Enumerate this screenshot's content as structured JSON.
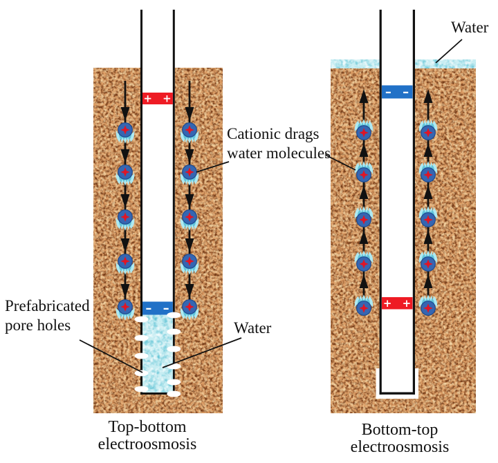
{
  "figure": {
    "type": "two-panel electroosmosis well diagram",
    "left_panel": {
      "caption_line1": "Top-bottom",
      "caption_line2": "electroosmosis",
      "top_electrode": {
        "type": "anode",
        "symbols": "+ +"
      },
      "bottom_electrode": {
        "type": "cathode",
        "symbols": "– –"
      },
      "flow_direction": "down",
      "molecules_per_column": 5
    },
    "right_panel": {
      "caption_line1": "Bottom-top",
      "caption_line2": "electroosmosis",
      "top_electrode": {
        "type": "cathode",
        "symbols": "– –"
      },
      "bottom_electrode": {
        "type": "anode",
        "symbols": "+ +"
      },
      "flow_direction": "up",
      "molecules_per_column": 5
    },
    "annotations": {
      "cationic_line1": "Cationic drags",
      "cationic_line2": "water molecules",
      "prefab_line1": "Prefabricated",
      "prefab_line2": "pore holes",
      "water_left": "Water",
      "water_right": "Water"
    },
    "icons": {
      "molecule": "cation-water-molecule-icon",
      "arrow": "flow-arrow-icon",
      "pore": "pore-hole-icon"
    },
    "colors": {
      "soil_base": "#db9c64",
      "soil_speckle_dark": "#7b3d17",
      "soil_speckle_light": "#f6dcae",
      "water_base": "#c6edf2",
      "water_speckle": "#5fc3d4",
      "anode_red": "#ee1b24",
      "cathode_blue": "#2171c7",
      "molecule_blue": "#3566b2",
      "cation_red": "#e01525",
      "splash_light": "#aee9f2",
      "splash_dark": "#62c4da",
      "line_black": "#111111"
    }
  }
}
